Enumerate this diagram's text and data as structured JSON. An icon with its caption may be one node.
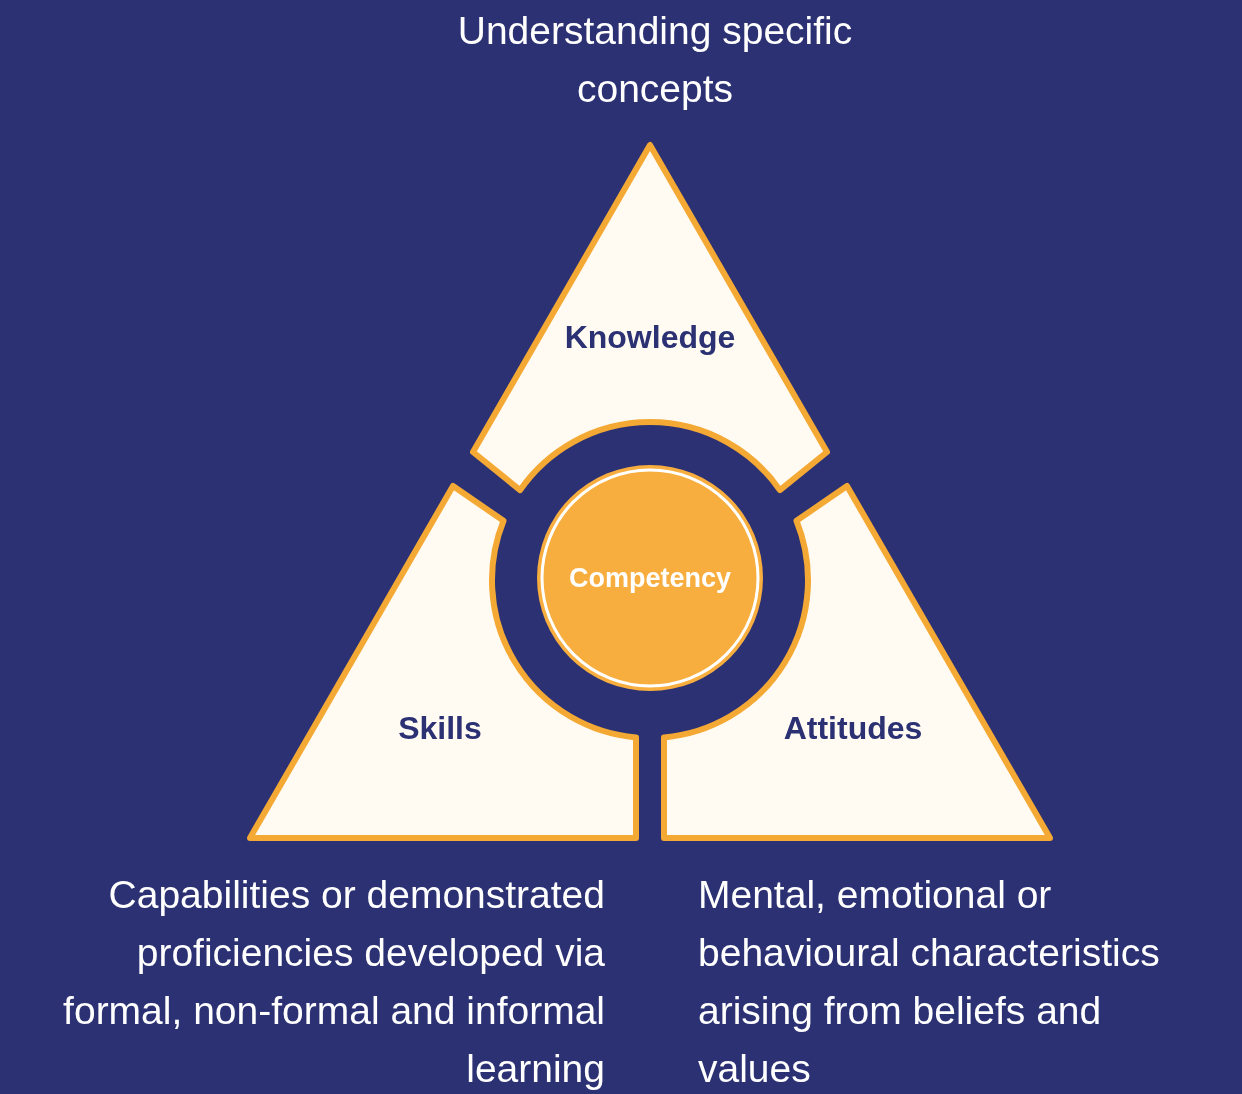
{
  "diagram": {
    "nodes": [
      {
        "text": [
          "Knowledge"
        ],
        "beside": [
          "Understanding specific concepts"
        ]
      },
      {
        "text": [
          "Competency"
        ]
      },
      {
        "text": [
          "Skills"
        ],
        "beside": [
          "Capabilities or demonstrated proficiencies developed via formal, non-formal and informal learning"
        ]
      },
      {
        "text": [
          "Attitudes"
        ],
        "beside": [
          "Mental, emotional or behavioural characteristics arising from beliefs and values"
        ]
      }
    ]
  }
}
